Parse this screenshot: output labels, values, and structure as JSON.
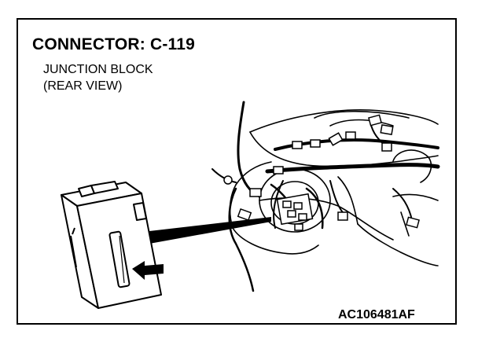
{
  "figure": {
    "title": "CONNECTOR: C-119",
    "subtitle_line1": "JUNCTION BLOCK",
    "subtitle_line2": "(REAR VIEW)",
    "figure_code": "AC106481AF"
  },
  "colors": {
    "ink": "#000000",
    "paper": "#ffffff"
  }
}
